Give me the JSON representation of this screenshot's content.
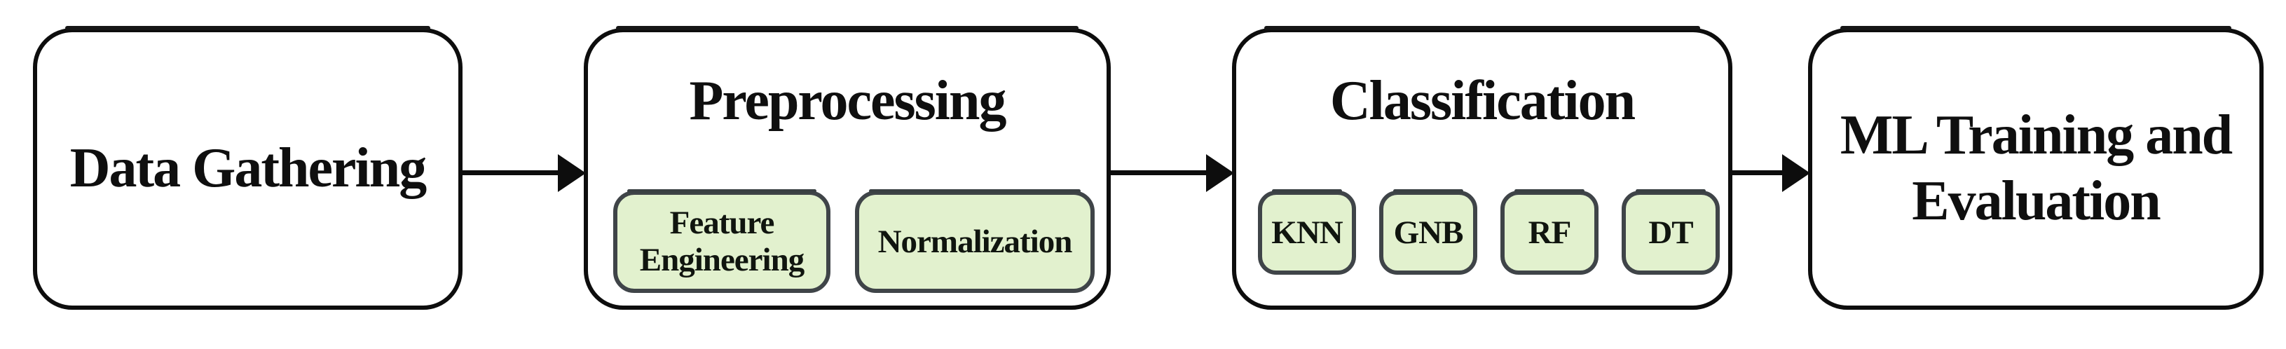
{
  "flow": {
    "nodes": [
      {
        "id": "data-gathering",
        "label": "Data Gathering"
      },
      {
        "id": "preprocessing",
        "title": "Preprocessing",
        "children": [
          {
            "label": "Feature Engineering"
          },
          {
            "label": "Normalization"
          }
        ]
      },
      {
        "id": "classification",
        "title": "Classification",
        "children": [
          {
            "label": "KNN"
          },
          {
            "label": "GNB"
          },
          {
            "label": "RF"
          },
          {
            "label": "DT"
          }
        ]
      },
      {
        "id": "ml-training-evaluation",
        "label": "ML Training and Evaluation"
      }
    ],
    "colors": {
      "node_fill": "#ffffff",
      "node_border": "#0d0d0d",
      "subnode_fill": "#e2f1ce",
      "subnode_border": "#3f4448",
      "arrow": "#0d0d0d",
      "text": "#0f0f0f"
    }
  }
}
